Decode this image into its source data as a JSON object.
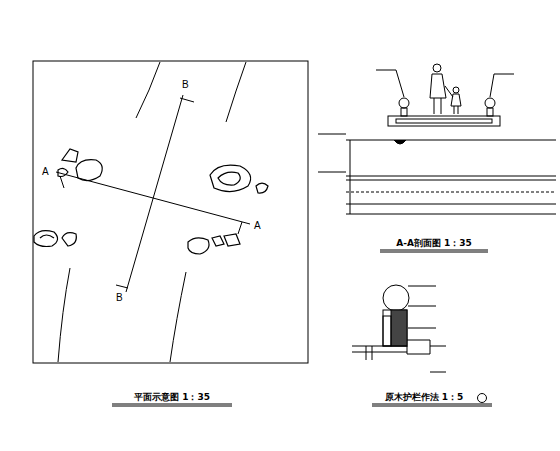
{
  "diagram": {
    "labels": [
      "A",
      "A",
      "B",
      "B",
      "平面示意图 1：35",
      "A-A剖面图 1：35",
      "原木护栏作法 1：5"
    ]
  }
}
